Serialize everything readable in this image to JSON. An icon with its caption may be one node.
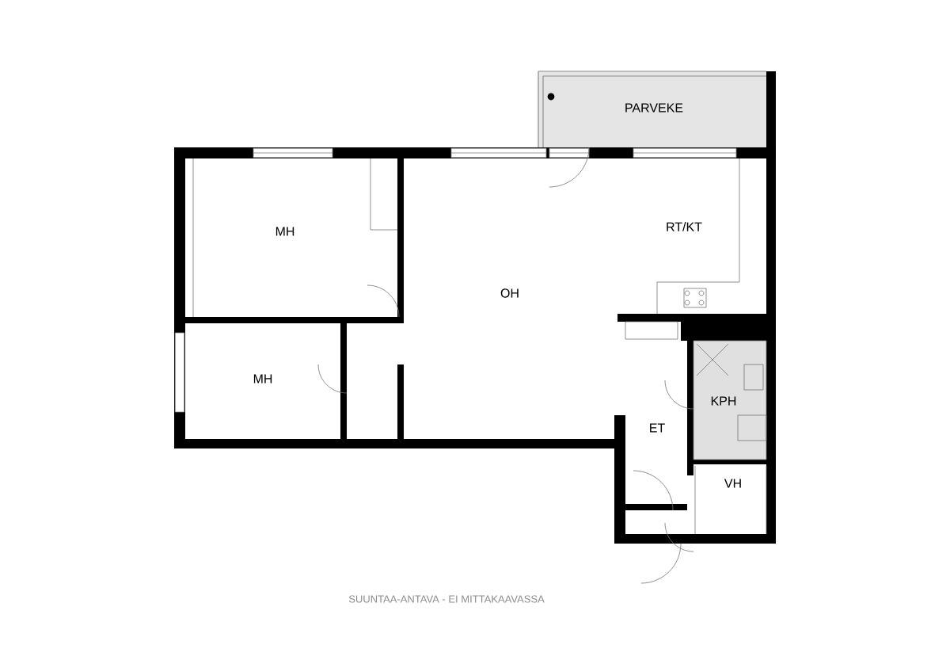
{
  "diagram": {
    "caption": "SUUNTAA-ANTAVA - EI MITTAKAAVASSA",
    "labels": [
      "PARVEKE",
      "MH",
      "RT/KT",
      "OH",
      "MH",
      "KPH",
      "ET",
      "VH"
    ]
  }
}
